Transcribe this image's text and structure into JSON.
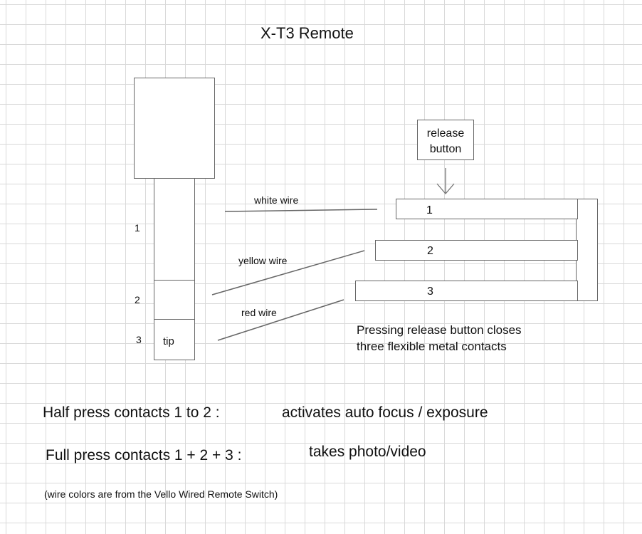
{
  "title": "X-T3 Remote",
  "plug": {
    "section_labels": [
      "1",
      "2",
      "3"
    ],
    "tip_label": "tip"
  },
  "wires": {
    "white": "white wire",
    "yellow": "yellow wire",
    "red": "red wire"
  },
  "switch": {
    "release_button_label_line1": "release",
    "release_button_label_line2": "button",
    "contact_labels": [
      "1",
      "2",
      "3"
    ],
    "caption_line1": "Pressing release button closes",
    "caption_line2": "three flexible metal contacts"
  },
  "notes": {
    "half_press_label": "Half press contacts 1 to 2 :",
    "half_press_action": "activates auto focus / exposure",
    "full_press_label": "Full press contacts 1 + 2 + 3 :",
    "full_press_action": "takes photo/video",
    "footnote": "(wire colors are from the Vello Wired Remote Switch)"
  }
}
